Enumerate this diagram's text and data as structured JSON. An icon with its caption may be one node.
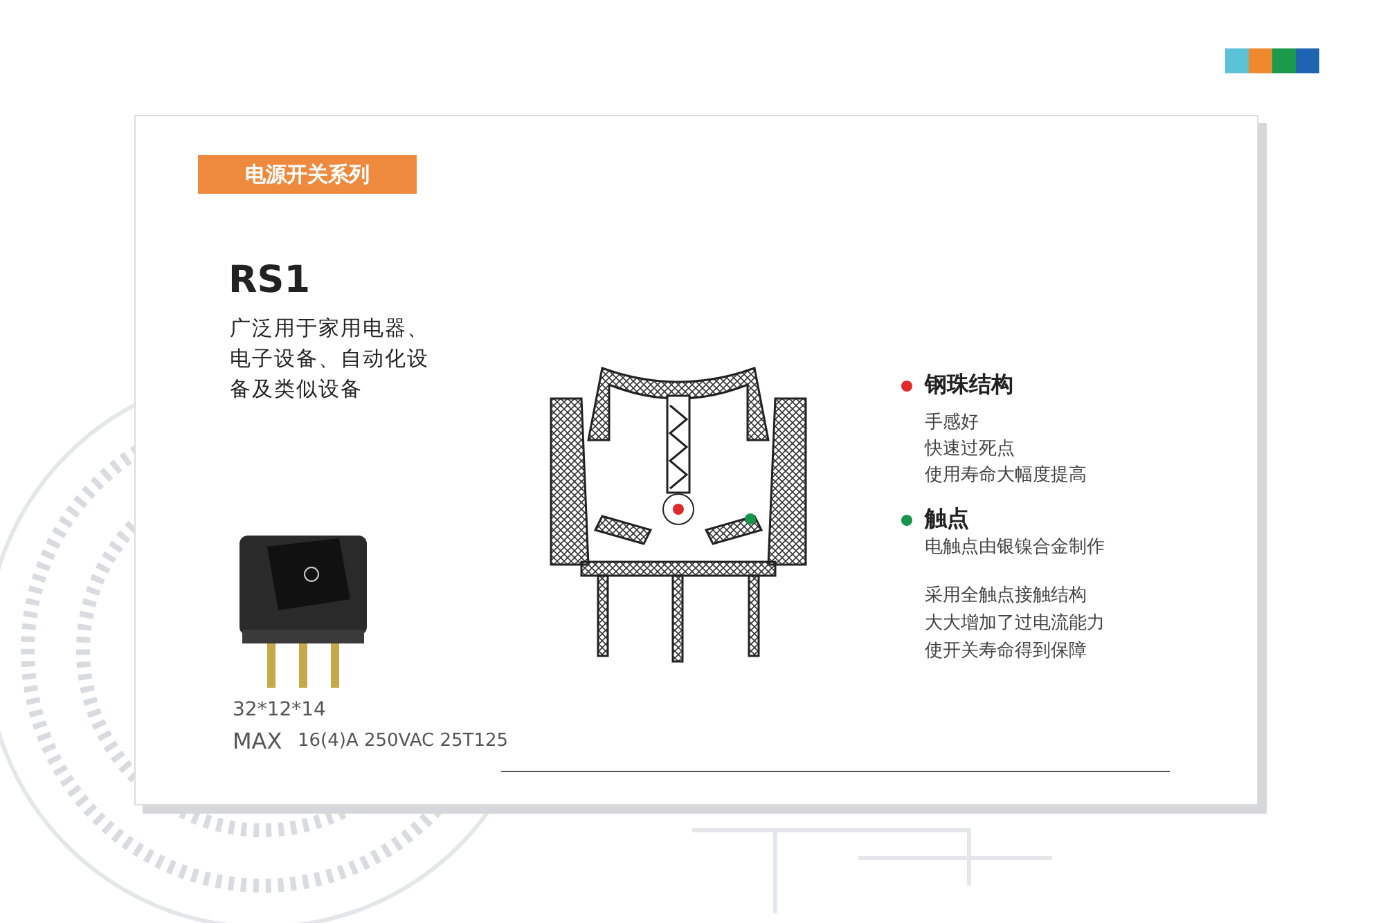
{
  "diagram": {
    "title": "RS1",
    "labels": [
      "电源开关系列",
      "广泛用于家用电器、电子设备、自动化设备及类似设备",
      "32*12*14",
      "MAX",
      "16(4)A 250VAC 25T125",
      "手感好",
      "快速过死点",
      "使用寿命大幅度提高",
      "电触点由银镍合金制作",
      "采用全触点接触结构",
      "大大增加了过电流能力",
      "使开关寿命得到保障"
    ],
    "legend": [
      {
        "text": "钢珠结构",
        "color": "#e02a2a"
      },
      {
        "text": "触点",
        "color": "#16964a"
      }
    ]
  }
}
